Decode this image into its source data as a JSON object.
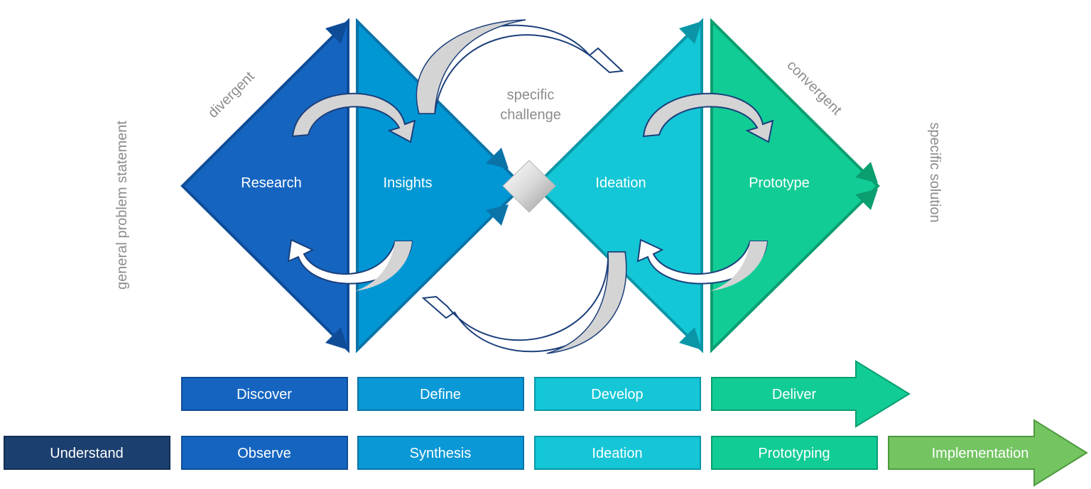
{
  "side_labels": {
    "left": "general problem statement",
    "right": "specific solution",
    "divergent": "divergent",
    "convergent": "convergent",
    "center_line1": "specific",
    "center_line2": "challenge"
  },
  "phases": [
    {
      "label": "Research",
      "color": "#1565C0"
    },
    {
      "label": "Insights",
      "color": "#0097D4"
    },
    {
      "label": "Ideation",
      "color": "#14C7D6"
    },
    {
      "label": "Prototype",
      "color": "#12CC96"
    }
  ],
  "row1": [
    {
      "label": "Discover",
      "color": "#1565C0"
    },
    {
      "label": "Define",
      "color": "#0A98D6"
    },
    {
      "label": "Develop",
      "color": "#14C6D6"
    },
    {
      "label": "Deliver",
      "color": "#12CC96"
    }
  ],
  "row2": [
    {
      "label": "Understand",
      "color": "#1B3F6E"
    },
    {
      "label": "Observe",
      "color": "#1565C0"
    },
    {
      "label": "Synthesis",
      "color": "#0A98D6"
    },
    {
      "label": "Ideation",
      "color": "#14C6D6"
    },
    {
      "label": "Prototyping",
      "color": "#12CC96"
    },
    {
      "label": "Implementation",
      "color": "#74C462"
    }
  ]
}
